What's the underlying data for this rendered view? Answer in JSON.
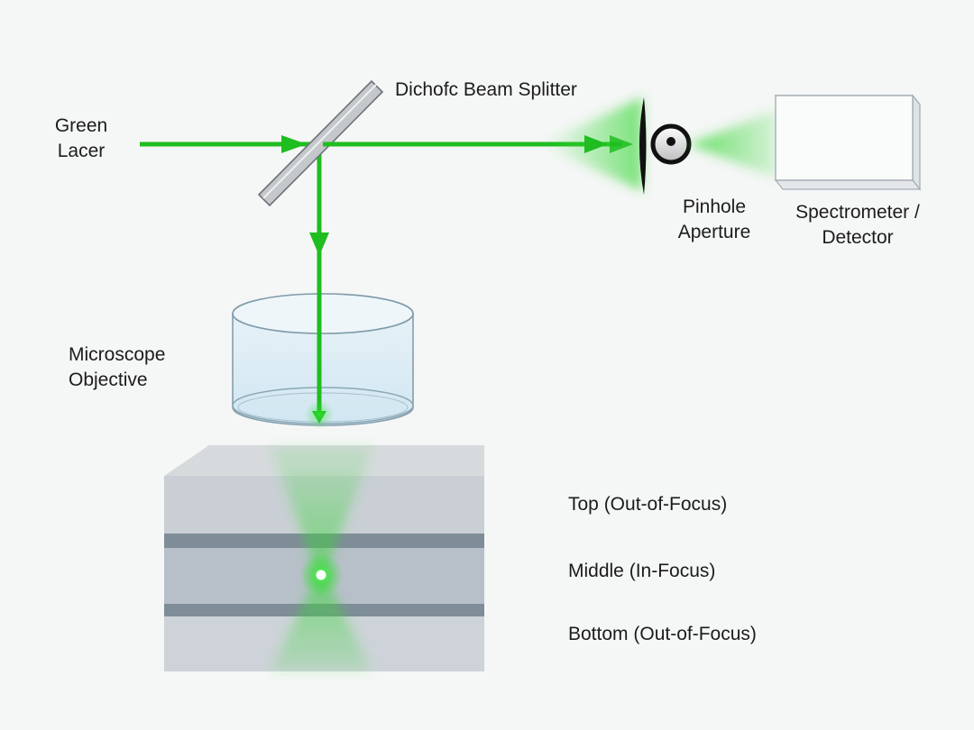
{
  "diagram": {
    "labels": {
      "laser": [
        "Green",
        "Lacer"
      ],
      "beam_splitter": "Dichofc Beam Splitter",
      "pinhole": [
        "Pinhole",
        "Aperture"
      ],
      "detector": [
        "Spectrometer /",
        "Detector"
      ],
      "objective": [
        "Microscope",
        "Objective"
      ],
      "layer_top": "Top (Out-of-Focus)",
      "layer_middle": "Middle (In-Focus)",
      "layer_bottom": "Bottom (Out-of-Focus)"
    },
    "colors": {
      "beam": "#1fbd1f",
      "background": "#f5f6f6",
      "sample_layer": "#bfc6cc",
      "sample_divider": "#7f8d98",
      "objective_glass": "#dcebf3"
    }
  }
}
